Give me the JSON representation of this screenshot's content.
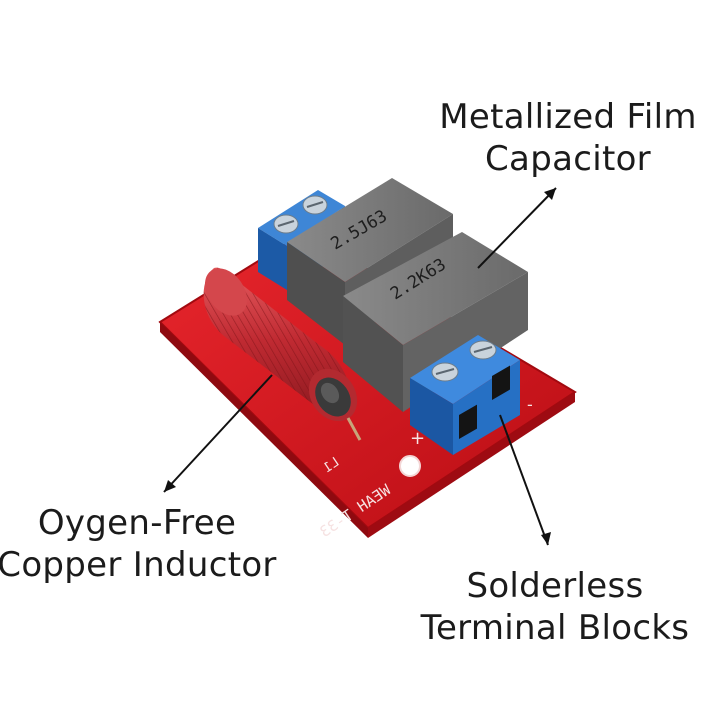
{
  "callouts": {
    "capacitor": {
      "line1": "Metallized Film",
      "line2": "Capacitor"
    },
    "inductor": {
      "line1": "Oygen-Free",
      "line2": "Copper Inductor"
    },
    "terminals": {
      "line1": "Solderless",
      "line2": "Terminal Blocks"
    }
  },
  "component_markings": {
    "capacitor_1": "2.5J63",
    "capacitor_2": "2.2K63",
    "board_model": "WEAH T-33",
    "plus_sign": "+",
    "minus_sign": "-",
    "inductor_ref": "L1"
  },
  "colors": {
    "background": "#ffffff",
    "pcb": "#d8121b",
    "terminal_block": "#1f66b8",
    "capacitor_body": "#6c6c6c",
    "inductor_wire": "#c8383c",
    "text": "#1b1b1b"
  }
}
